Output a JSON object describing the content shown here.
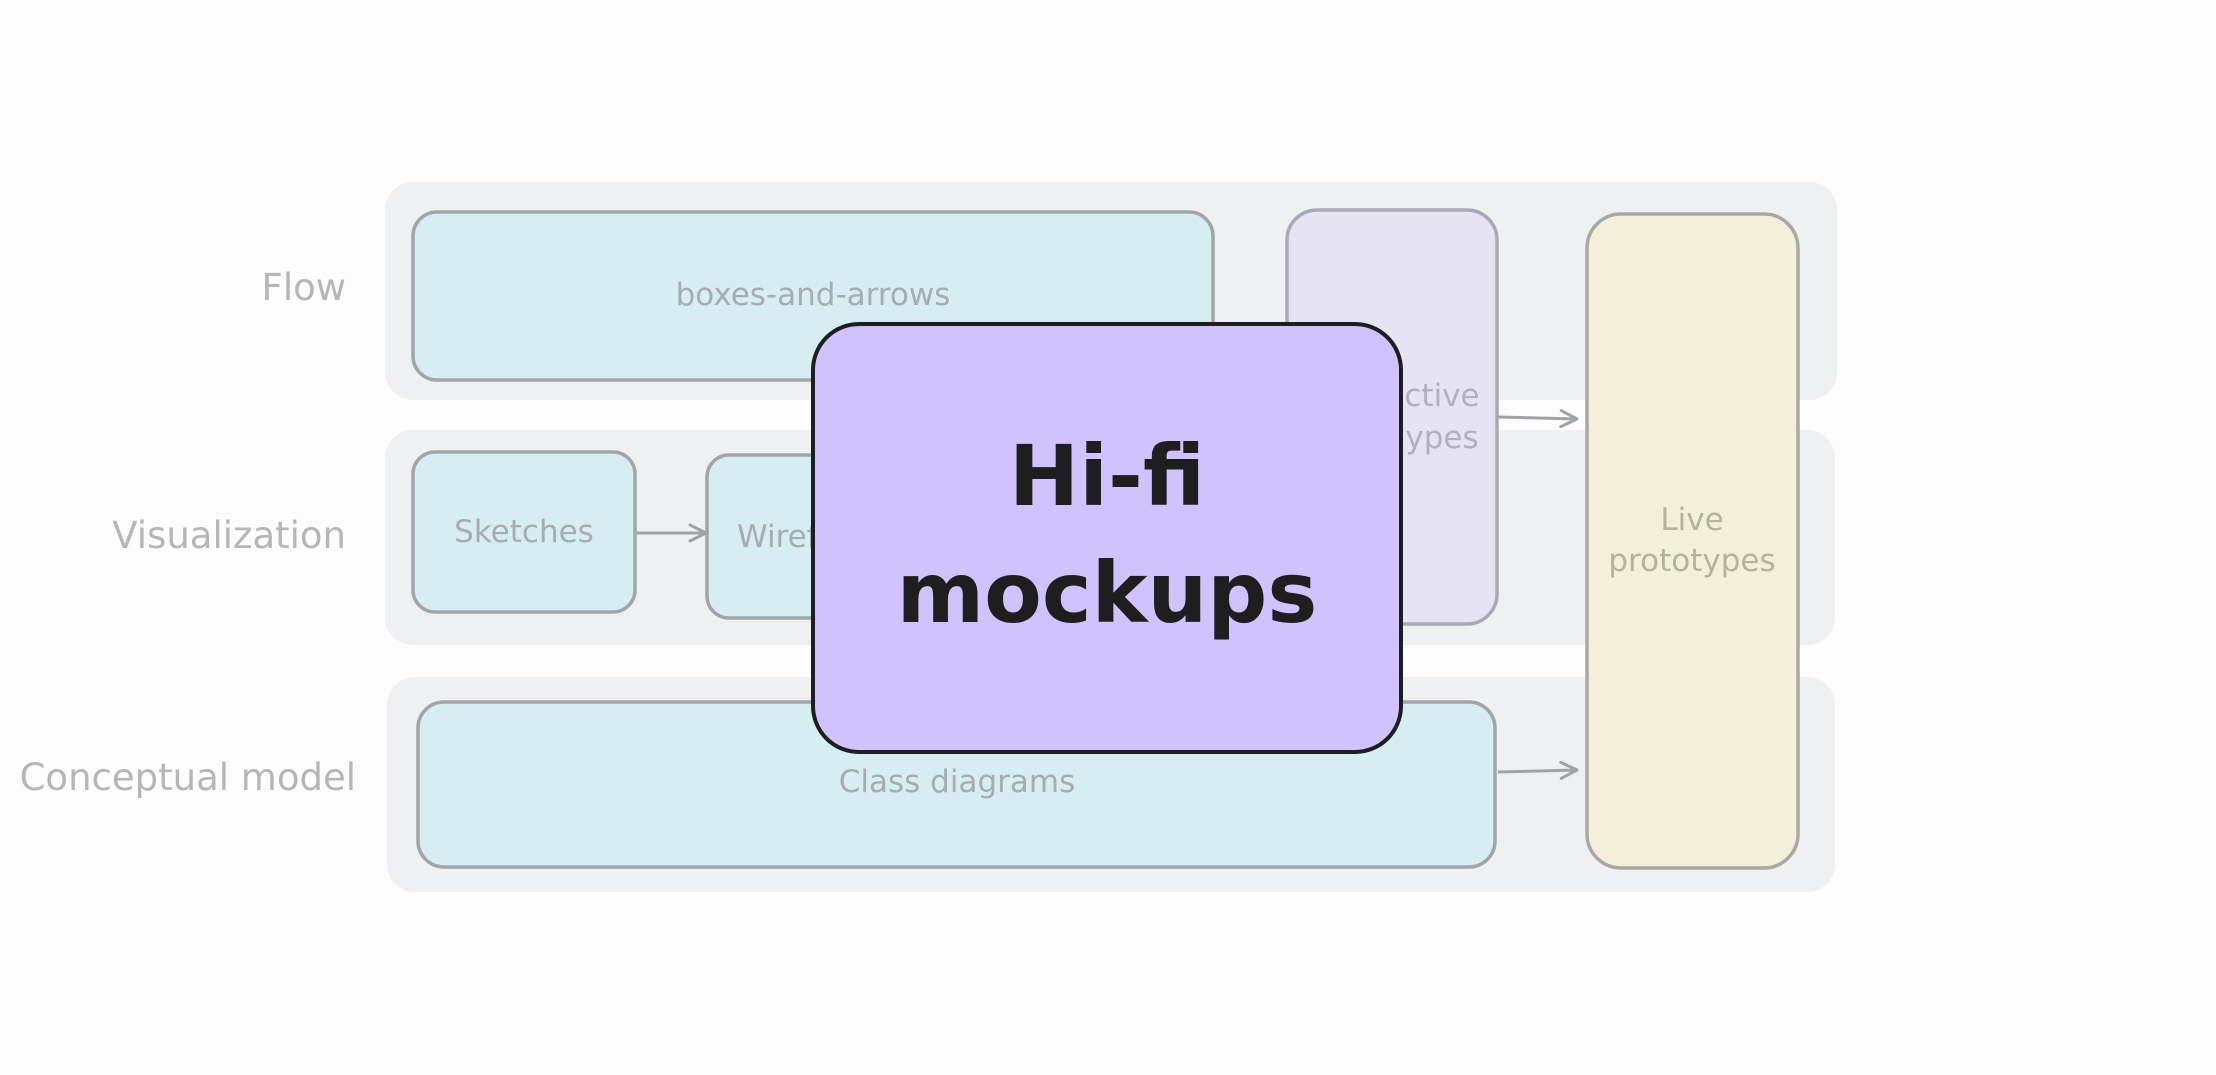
{
  "lanes": {
    "flow": "Flow",
    "visualization": "Visualization",
    "conceptual_model": "Conceptual model"
  },
  "boxes": {
    "boxes_and_arrows": "boxes-and-arrows",
    "sketches": "Sketches",
    "wireframes_partial": "Wiref",
    "interactive_line1_partial": "ctive",
    "interactive_line2_partial": "ypes",
    "class_diagrams": "Class diagrams",
    "live_prototypes_line1": "Live",
    "live_prototypes_line2": "prototypes"
  },
  "hero": {
    "line1": "Hi-fi",
    "line2": "mockups"
  },
  "colors": {
    "lane_background": "#eff0f1",
    "cyan_box": "#d6eef2",
    "lavender_box": "#e6e3f4",
    "yellow_box": "#f4efd9",
    "hero_box": "#d0c2fc",
    "outline_grey": "#a2a5a8",
    "hero_outline": "#1e1e1e"
  }
}
